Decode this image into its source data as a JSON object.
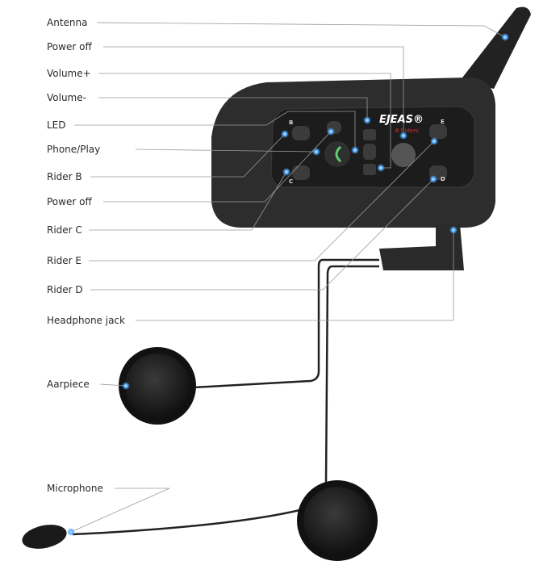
{
  "brand": {
    "logo": "EJEAS®",
    "subtitle": "6 Riders",
    "button_letters": [
      "B",
      "C",
      "D",
      "E"
    ]
  },
  "labels": {
    "antenna": "Antenna",
    "power_off_1": "Power off",
    "volume_up": "Volume+",
    "volume_down": "Volume-",
    "led": "LED",
    "phone_play": "Phone/Play",
    "rider_b": "Rider B",
    "power_off_2": "Power off",
    "rider_c": "Rider C",
    "rider_e": "Rider E",
    "rider_d": "Rider D",
    "headphone_jack": "Headphone jack",
    "earpiece": "Aarpiece",
    "microphone": "Microphone"
  },
  "colors": {
    "device": "#2b2b2b",
    "callout_dot": "#4aa8ff",
    "leader_line": "#9a9a9a",
    "phone_icon": "#5bd16b"
  }
}
